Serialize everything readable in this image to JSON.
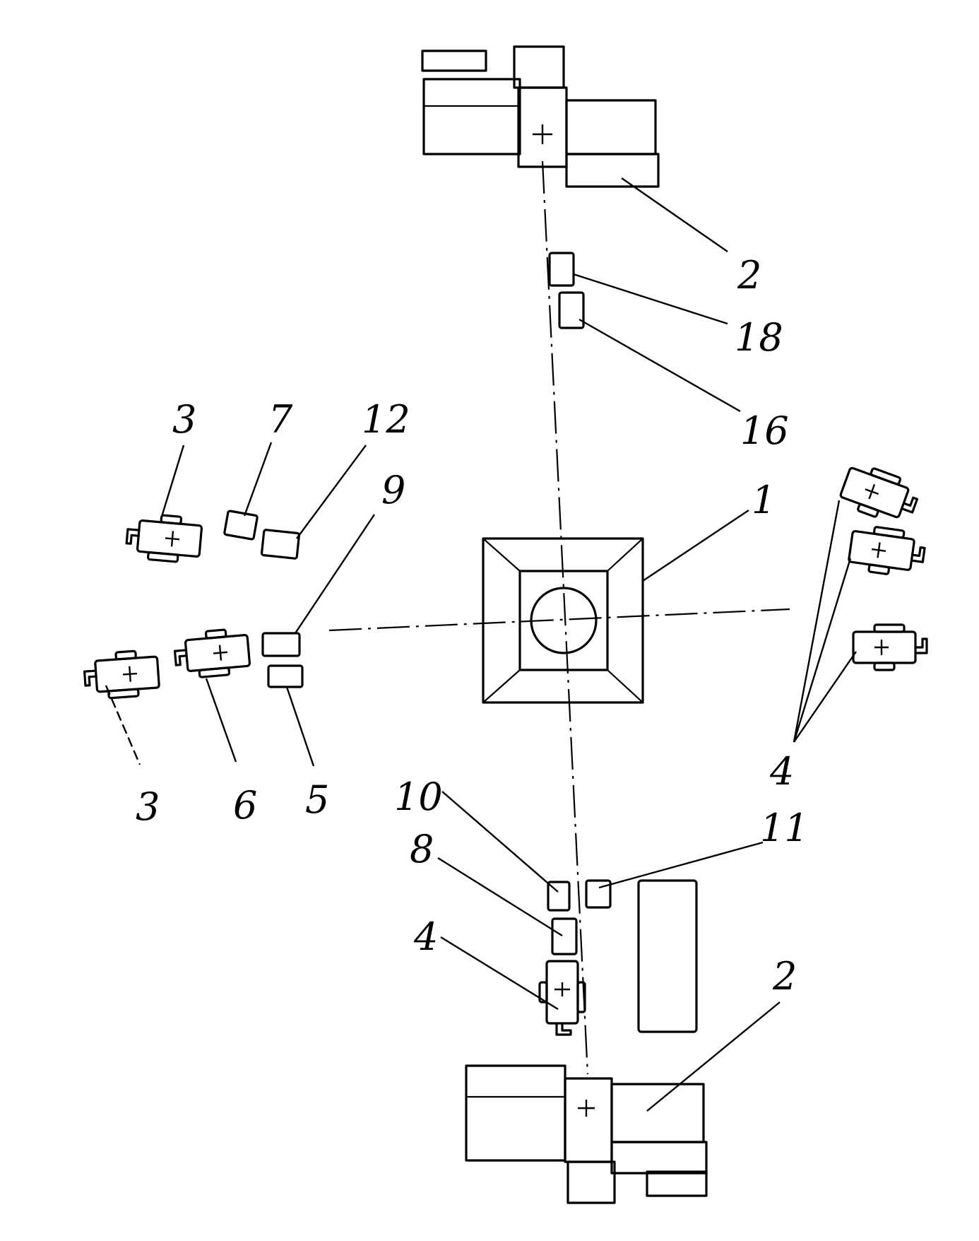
{
  "labels": {
    "machine_1": "1",
    "machine_2_top": "2",
    "machine_2_bottom": "2",
    "chair_3_upper": "3",
    "chair_3_lower": "3",
    "chairs_4_right": "4",
    "chair_4_bottom": "4",
    "item_5": "5",
    "item_6": "6",
    "item_7": "7",
    "item_8": "8",
    "item_9": "9",
    "item_10": "10",
    "item_11": "11",
    "item_12": "12",
    "item_16": "16",
    "item_18": "18"
  }
}
